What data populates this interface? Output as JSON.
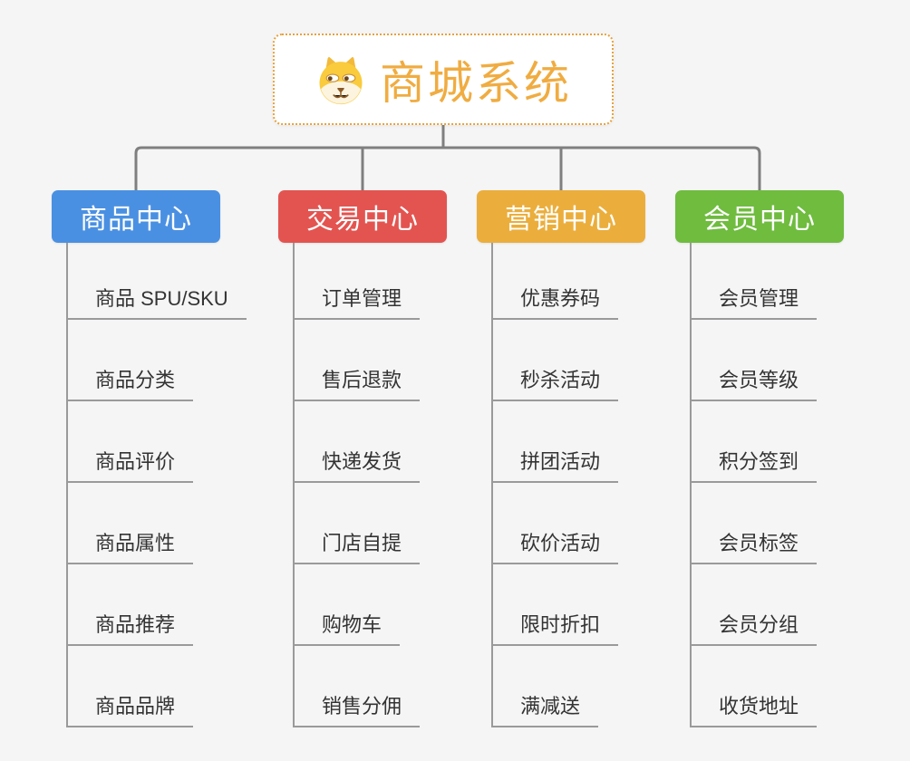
{
  "root": {
    "title": "商城系统",
    "icon": "dog-face-icon"
  },
  "branches": [
    {
      "label": "商品中心",
      "color": "#4A90E2",
      "children": [
        "商品 SPU/SKU",
        "商品分类",
        "商品评价",
        "商品属性",
        "商品推荐",
        "商品品牌"
      ]
    },
    {
      "label": "交易中心",
      "color": "#E35450",
      "children": [
        "订单管理",
        "售后退款",
        "快递发货",
        "门店自提",
        "购物车",
        "销售分佣"
      ]
    },
    {
      "label": "营销中心",
      "color": "#EBAE3C",
      "children": [
        "优惠券码",
        "秒杀活动",
        "拼团活动",
        "砍价活动",
        "限时折扣",
        "满减送"
      ]
    },
    {
      "label": "会员中心",
      "color": "#6FBC3F",
      "children": [
        "会员管理",
        "会员等级",
        "积分签到",
        "会员标签",
        "会员分组",
        "收货地址"
      ]
    }
  ],
  "colors": {
    "background": "#F5F5F6",
    "connector": "#7F7F7F",
    "branch_line": "#9A9A9A",
    "item_text": "#333333",
    "root_border": "#E6A23C",
    "root_text": "#F0AC41",
    "box_text": "#FFFFFF",
    "dog_yellow": "#F9CB3D"
  }
}
